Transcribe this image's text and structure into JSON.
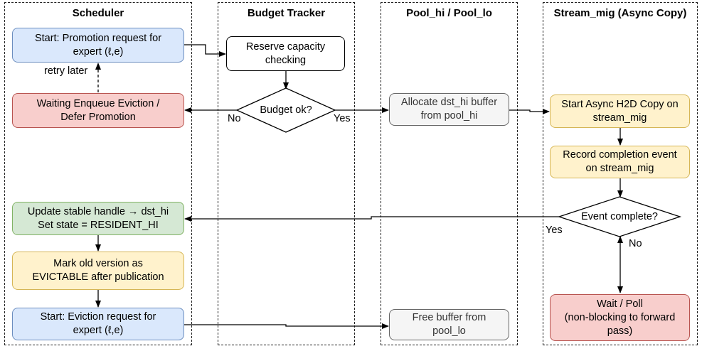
{
  "lanes": {
    "scheduler": "Scheduler",
    "budget": "Budget Tracker",
    "pool": "Pool_hi / Pool_lo",
    "stream": "Stream_mig (Async Copy)"
  },
  "nodes": {
    "start_promotion": [
      "Start: Promotion request for",
      "expert (ℓ,e)"
    ],
    "waiting": [
      "Waiting Enqueue Eviction /",
      "Defer Promotion"
    ],
    "update_handle": [
      "Update stable handle → dst_hi",
      "Set state = RESIDENT_HI"
    ],
    "mark_old": [
      "Mark old version as",
      "EVICTABLE after publication"
    ],
    "start_eviction": [
      "Start: Eviction request for",
      "expert (ℓ,e)"
    ],
    "reserve": [
      "Reserve capacity",
      "checking"
    ],
    "budget_ok": "Budget ok?",
    "allocate": [
      "Allocate dst_hi buffer",
      "from pool_hi"
    ],
    "free_buffer": [
      "Free buffer from",
      "pool_lo"
    ],
    "start_async": [
      "Start Async H2D Copy on",
      "stream_mig"
    ],
    "record_event": [
      "Record completion event",
      "on stream_mig"
    ],
    "event_complete": "Event complete?",
    "wait_poll": [
      "Wait / Poll",
      "(non-blocking to forward",
      "pass)"
    ]
  },
  "edge_labels": {
    "retry": "retry later",
    "budget_no": "No",
    "budget_yes": "Yes",
    "event_yes": "Yes",
    "event_no": "No"
  },
  "colors": {
    "blue_fill": "#dae8fc",
    "red_fill": "#f8cecc",
    "green_fill": "#d5e8d4",
    "yellow_fill": "#fff2cc",
    "gray_fill": "#f5f5f5"
  }
}
